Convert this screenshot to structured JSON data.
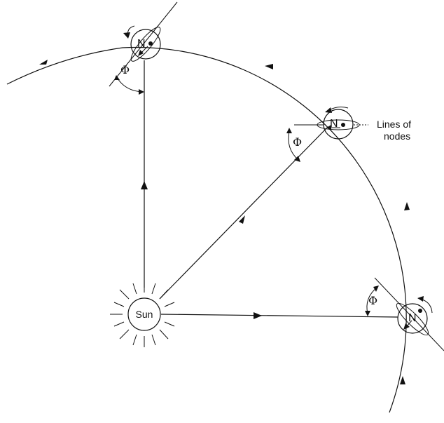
{
  "sun": {
    "label": "Sun"
  },
  "planet_label": "N",
  "angle_symbol": "Φ",
  "nodes_label": {
    "line1": "Lines of",
    "line2": "nodes"
  }
}
